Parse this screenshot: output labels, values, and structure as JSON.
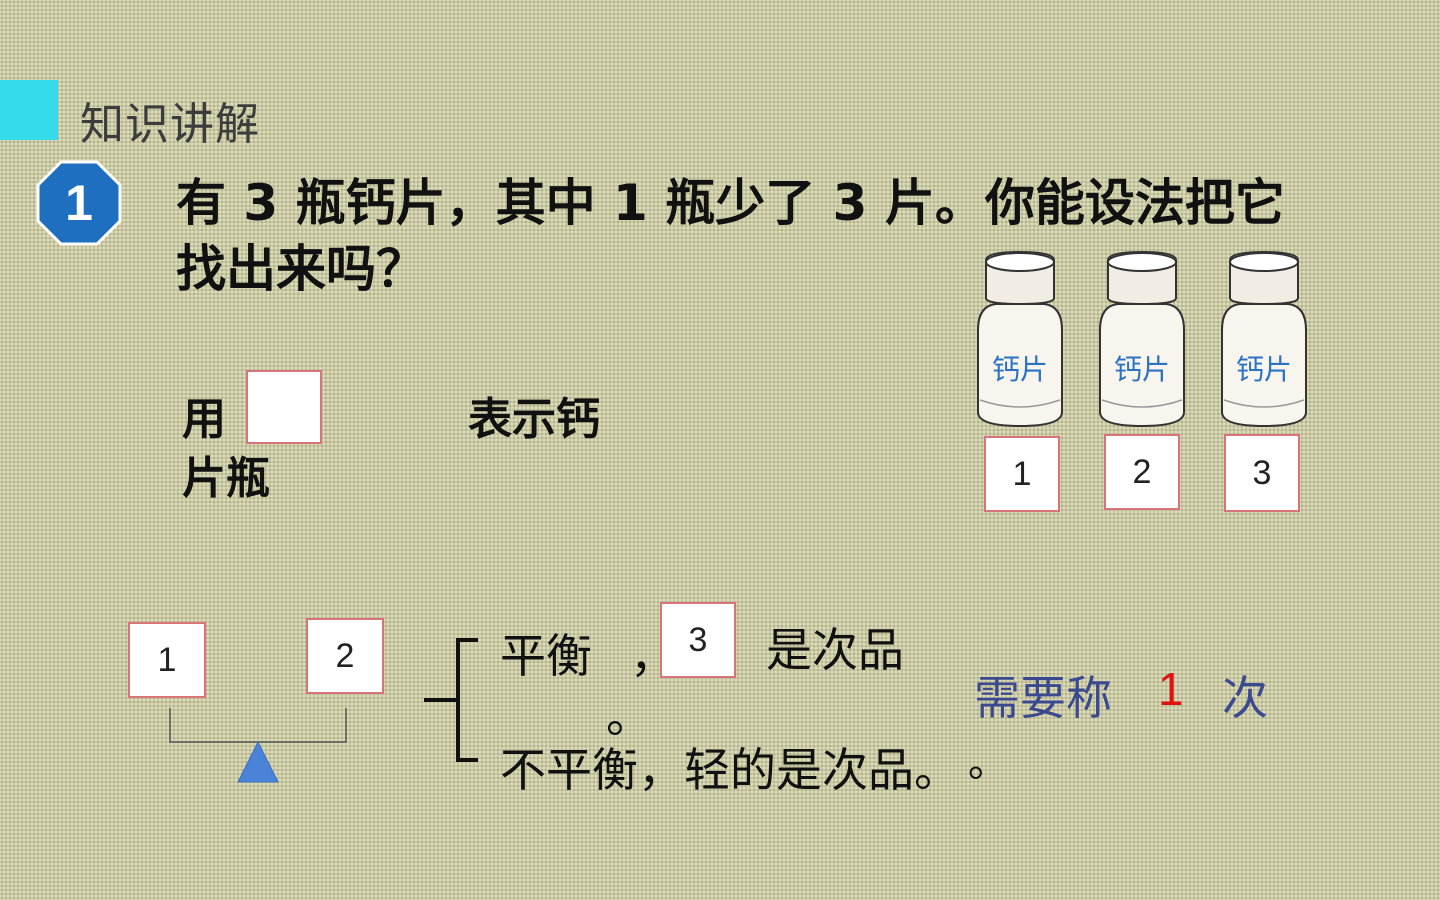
{
  "section_title": "知识讲解",
  "badge_number": "1",
  "question": "有 3 瓶钙片，其中 1 瓶少了 3 片。你能设法把它找出来吗？",
  "legend": {
    "prefix": "用",
    "suffix_line1": "表示钙",
    "suffix_line2": "片瓶"
  },
  "bottles": [
    {
      "label": "钙片",
      "number": "1"
    },
    {
      "label": "钙片",
      "number": "2"
    },
    {
      "label": "钙片",
      "number": "3"
    }
  ],
  "scale": {
    "left_box": "1",
    "right_box": "2"
  },
  "outcomes": {
    "balanced": "平衡",
    "comma": "，",
    "answer_box": "3",
    "balanced_result": "是次品",
    "period": "。",
    "unbalanced": "不平衡，轻的是次品。",
    "trailing_dot": "。"
  },
  "summary": {
    "prefix": "需要称",
    "count": "1",
    "suffix": "次"
  },
  "colors": {
    "accent": "#35dbea",
    "badge": "#1f6fc0",
    "box_border": "#d9737a",
    "summary_text": "#3b4a8f",
    "count": "#e01010",
    "triangle": "#4a83d8"
  }
}
